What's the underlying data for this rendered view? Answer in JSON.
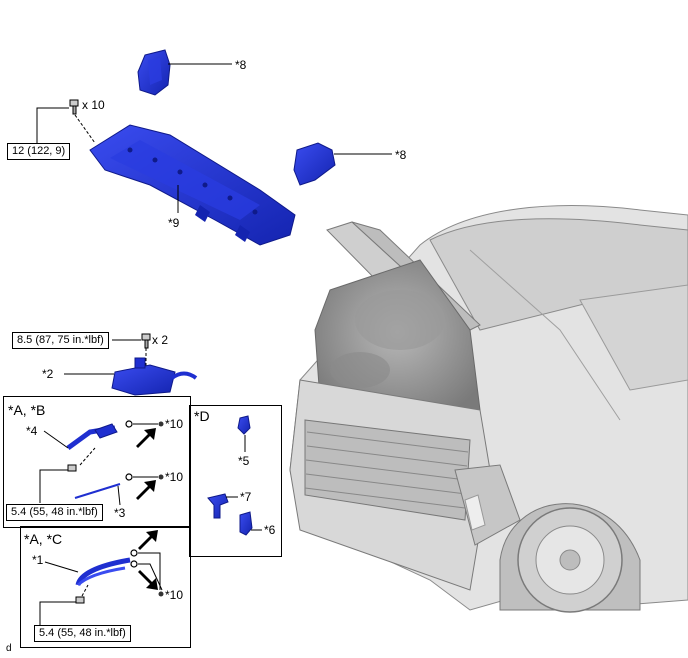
{
  "labels": {
    "p8a": "*8",
    "p8b": "*8",
    "p9": "*9",
    "p2": "*2",
    "p4": "*4",
    "p3": "*3",
    "p1": "*1",
    "p5": "*5",
    "p7": "*7",
    "p6": "*6",
    "p10a": "*10",
    "p10b": "*10",
    "p10c": "*10",
    "qty10": "x 10",
    "qty2": "x 2",
    "corner": "d"
  },
  "torques": {
    "cowl": "12 (122, 9)",
    "tank": "8.5 (87, 75 in.*lbf)",
    "boxB": "5.4 (55, 48 in.*lbf)",
    "boxC": "5.4 (55, 48 in.*lbf)"
  },
  "panels": {
    "ab": "*A, *B",
    "ac": "*A, *C",
    "d": "*D"
  },
  "colors": {
    "part": "#1f2fd0",
    "partDark": "#0f1a8a",
    "vehicle": "#d9d9d9",
    "vehicleLine": "#8a8a8a"
  }
}
